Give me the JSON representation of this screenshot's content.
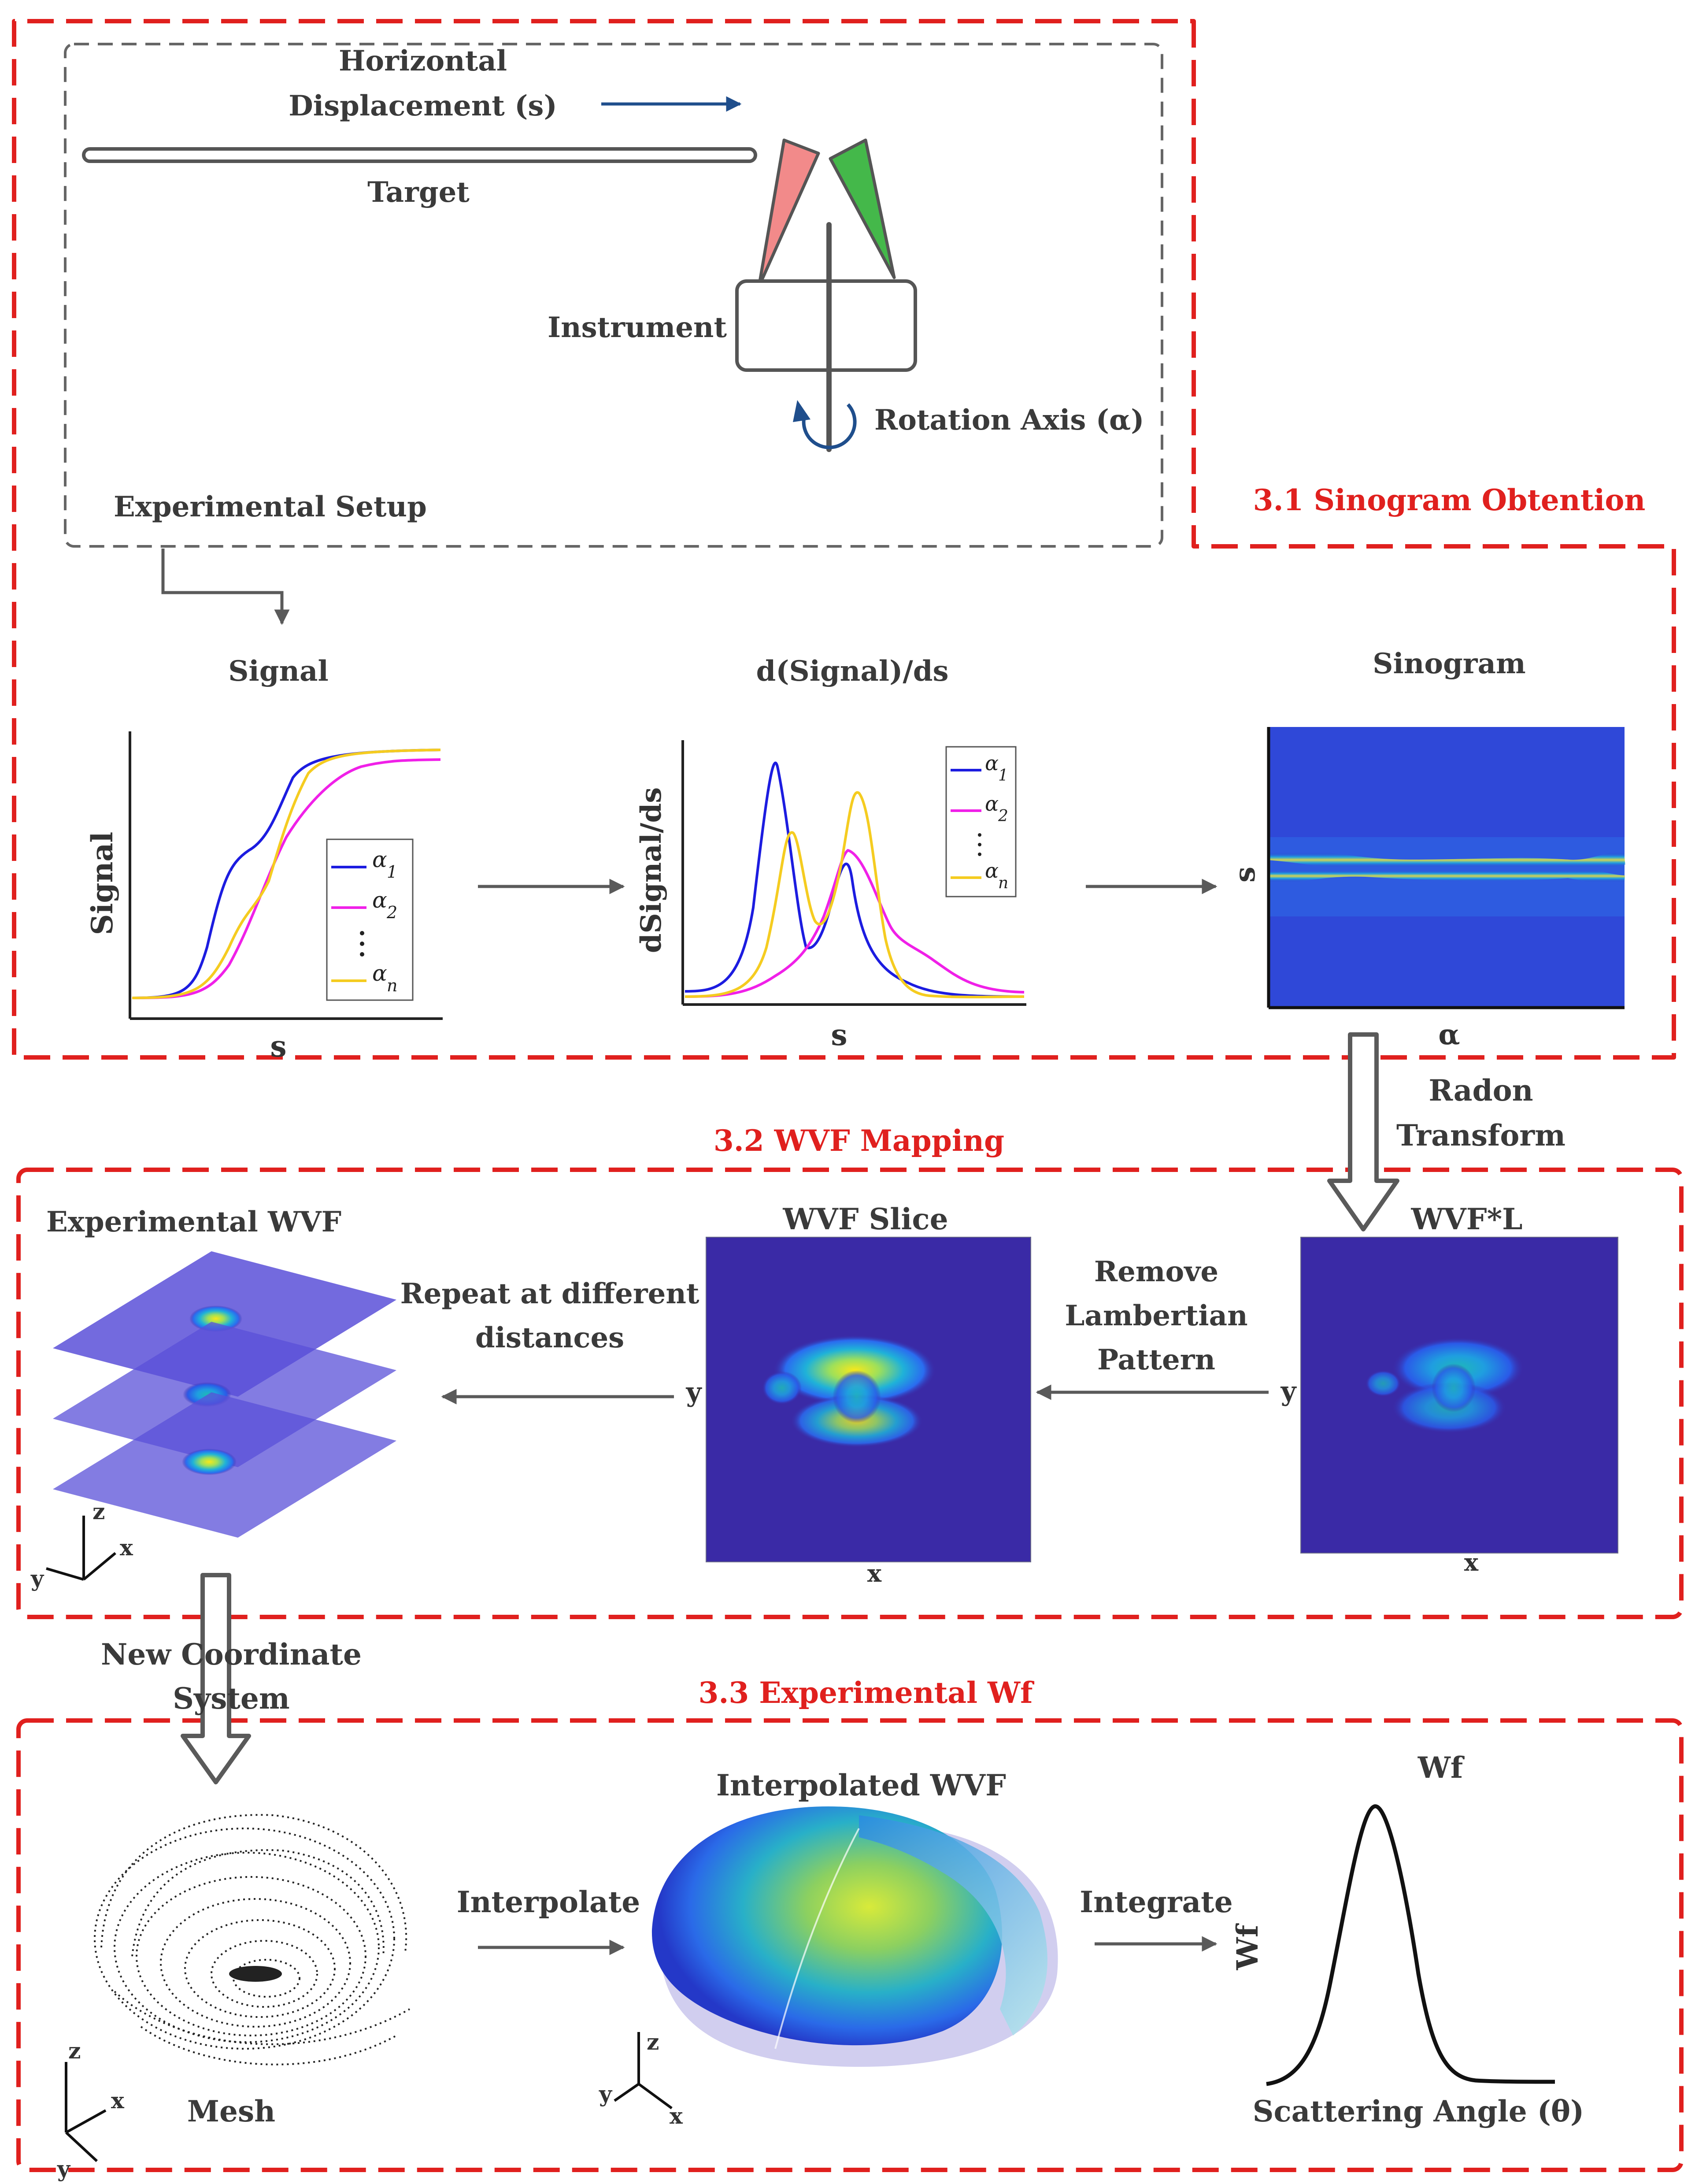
{
  "colors": {
    "accent_red": "#e0201e",
    "frame_gray": "#666666",
    "arrow_gray": "#5a5a5a",
    "arrow_blue": "#1f4e8c",
    "series_blue": "#1c1ce0",
    "series_magenta": "#f020e8",
    "series_yellow": "#f5cc20",
    "map_background": "#3a2aa6",
    "instrument_red": "#f28a8a",
    "instrument_green": "#44b84a"
  },
  "setup": {
    "displacement_label_1": "Horizontal",
    "displacement_label_2": "Displacement (s)",
    "target_label": "Target",
    "instrument_label": "Instrument",
    "rotation_label": "Rotation Axis (α)",
    "title": "Experimental Setup"
  },
  "sections": {
    "s31": "3.1 Sinogram Obtention",
    "s32": "3.2 WVF Mapping",
    "s33": "3.3 Experimental Wf"
  },
  "signal_plot": {
    "title": "Signal",
    "ylabel": "Signal",
    "xlabel": "s",
    "legend": [
      {
        "name": "α",
        "sub": "1",
        "color": "#1c1ce0"
      },
      {
        "name": "α",
        "sub": "2",
        "color": "#f020e8"
      },
      {
        "name": "α",
        "sub": "n",
        "color": "#f5cc20"
      }
    ]
  },
  "derivative_plot": {
    "title": "d(Signal)/ds",
    "ylabel": "dSignal/ds",
    "xlabel": "s",
    "legend": [
      {
        "name": "α",
        "sub": "1",
        "color": "#1c1ce0"
      },
      {
        "name": "α",
        "sub": "2",
        "color": "#f020e8"
      },
      {
        "name": "α",
        "sub": "n",
        "color": "#f5cc20"
      }
    ]
  },
  "sinogram": {
    "title": "Sinogram",
    "ylabel": "s",
    "xlabel": "α"
  },
  "radon": {
    "line1": "Radon",
    "line2": "Transform"
  },
  "wvf": {
    "wvfl_title": "WVF*L",
    "wvfl_x": "x",
    "wvfl_y": "y",
    "remove_1": "Remove",
    "remove_2": "Lambertian",
    "remove_3": "Pattern",
    "slice_title": "WVF Slice",
    "slice_x": "x",
    "slice_y": "y",
    "repeat_1": "Repeat at different",
    "repeat_2": "distances",
    "experimental_title": "Experimental WVF",
    "axes": {
      "z": "z",
      "x": "x",
      "y": "y"
    }
  },
  "bottom": {
    "new_coord_1": "New Coordinate",
    "new_coord_2": "System",
    "mesh_label": "Mesh",
    "mesh_axes": {
      "z": "z",
      "x": "x",
      "y": "y"
    },
    "interpolate": "Interpolate",
    "interpolated_title": "Interpolated WVF",
    "interp_axes": {
      "z": "z",
      "x": "x",
      "y": "y"
    },
    "integrate": "Integrate",
    "wf_title": "Wf",
    "wf_ylabel": "Wf",
    "wf_xlabel": "Scattering Angle (θ)"
  }
}
